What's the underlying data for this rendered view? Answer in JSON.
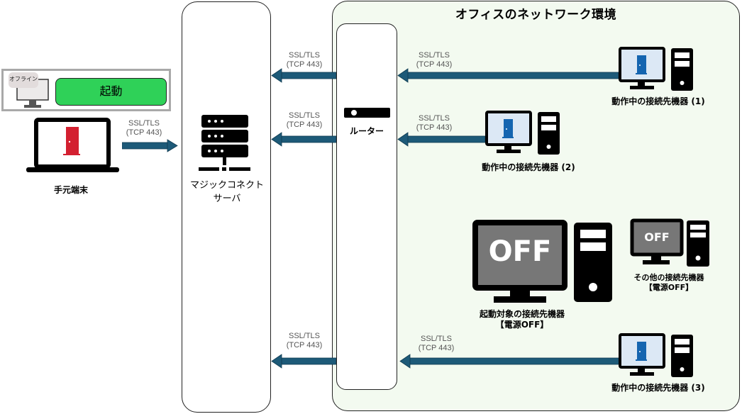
{
  "office": {
    "title": "オフィスのネットワーク環境",
    "background": "#f3faf0"
  },
  "client": {
    "label": "手元端末",
    "panel": {
      "offline_badge": "オフライン",
      "start_button": "起動",
      "start_button_color": "#2fd158"
    }
  },
  "server": {
    "label_line1": "マジックコネクト",
    "label_line2": "サーバ"
  },
  "router": {
    "label": "ルーター"
  },
  "protocol": {
    "line1": "SSL/TLS",
    "line2": "(TCP 443)"
  },
  "arrow_color": "#1d5a78",
  "devices": {
    "running1": {
      "label": "動作中の接続先機器 (1)"
    },
    "running2": {
      "label": "動作中の接続先機器 (2)"
    },
    "running3": {
      "label": "動作中の接続先機器 (3)"
    },
    "target": {
      "screen_text": "OFF",
      "label_line1": "起動対象の接続先機器",
      "label_line2": "【電源OFF】"
    },
    "other": {
      "screen_text": "OFF",
      "label_line1": "その他の接続先機器",
      "label_line2": "【電源OFF】"
    }
  }
}
